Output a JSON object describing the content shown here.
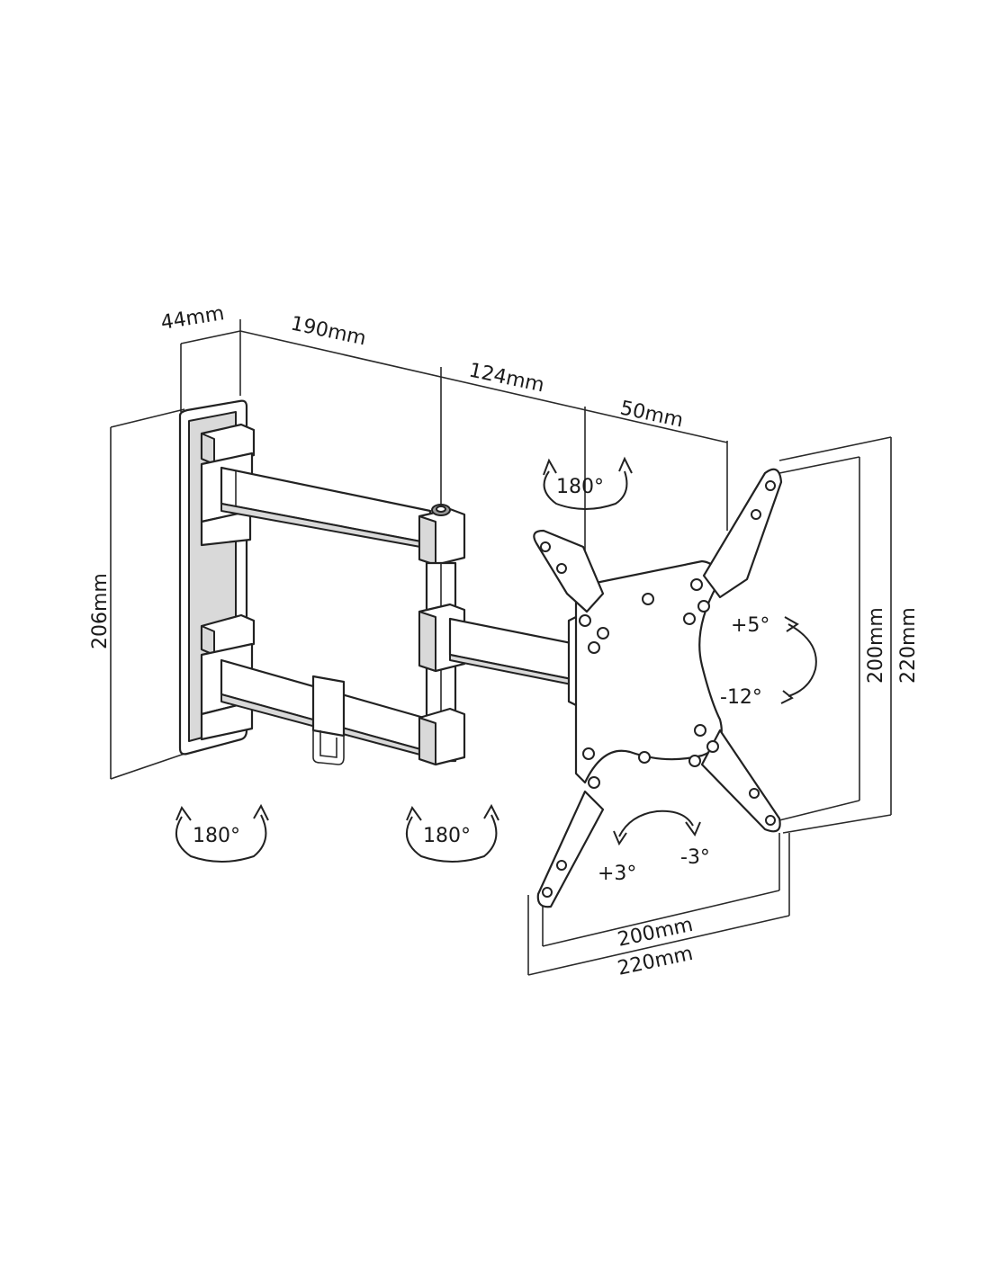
{
  "dimensions": {
    "plate_depth": "44mm",
    "arm1_length": "190mm",
    "arm2_length": "124mm",
    "bracket_offset": "50mm",
    "wall_height": "206mm",
    "vesa_v_inner": "200mm",
    "vesa_v_outer": "220mm",
    "vesa_h_inner": "200mm",
    "vesa_h_outer": "220mm"
  },
  "rotations": {
    "top_swivel": "180°",
    "wall_swivel": "180°",
    "elbow_swivel": "180°",
    "tilt_up": "+5°",
    "tilt_down": "-12°",
    "level_plus": "+3°",
    "level_minus": "-3°"
  },
  "colors": {
    "line": "#222222",
    "shade": "#d9d9d9",
    "dark": "#9a9a9a"
  }
}
